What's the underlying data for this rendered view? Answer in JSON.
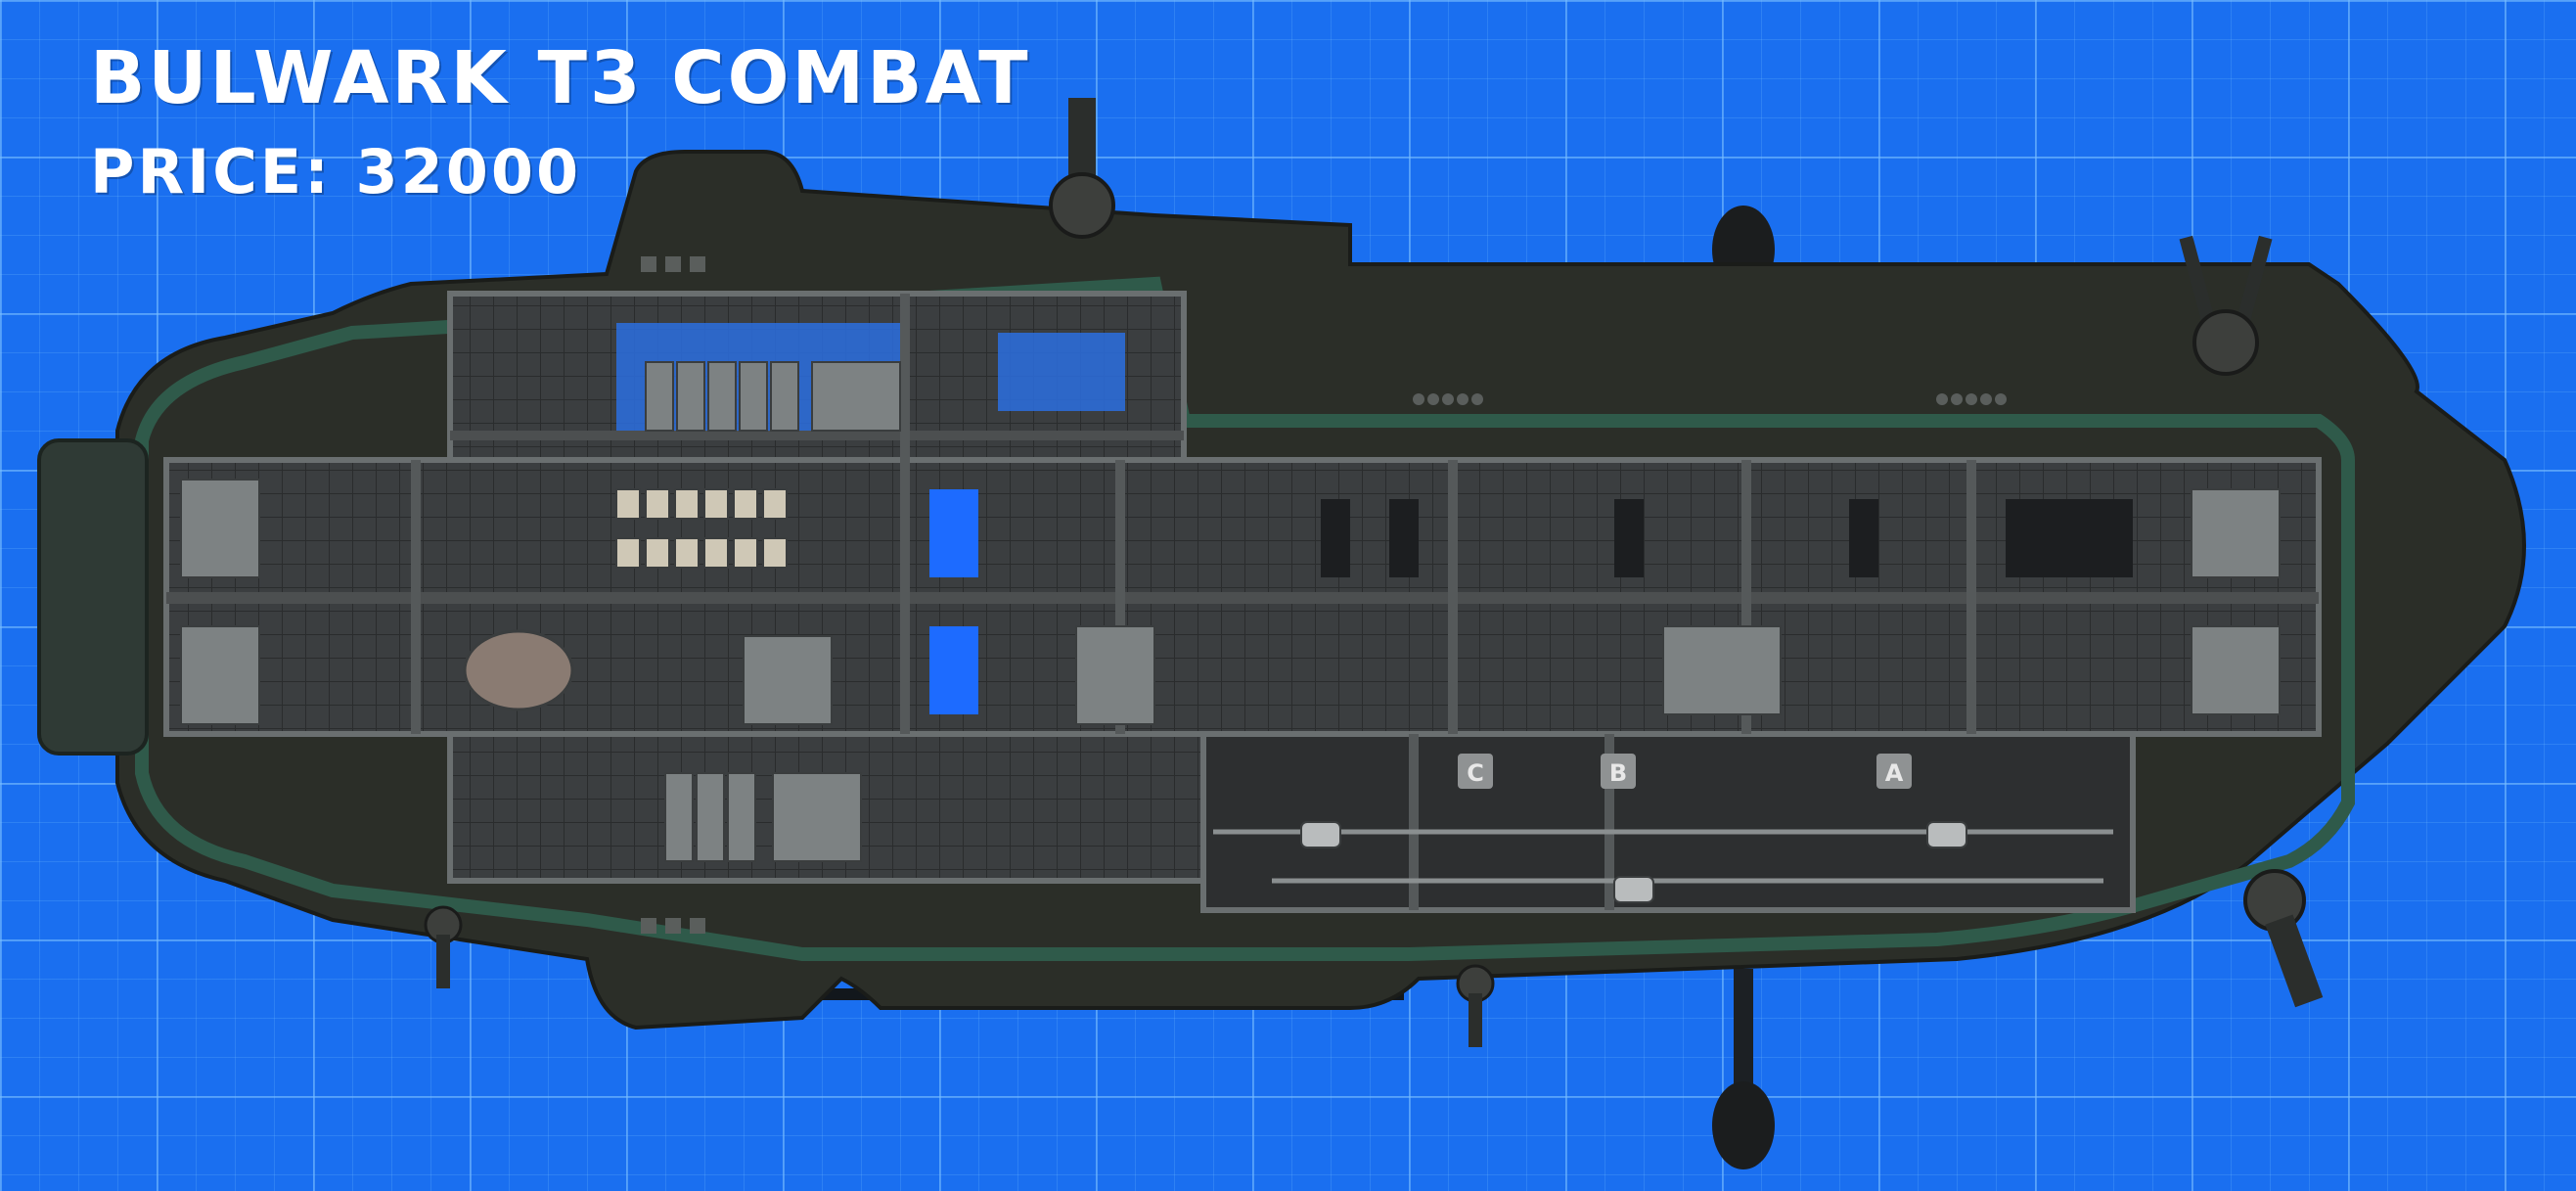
{
  "submarine": {
    "name": "BULWARK T3 COMBAT",
    "price": "PRICE: 32000"
  },
  "hangar_bays": [
    {
      "label": "C"
    },
    {
      "label": "B"
    },
    {
      "label": "A"
    }
  ],
  "colors": {
    "blueprint_background": "#1a6ff0",
    "grid_lines": "#78beff",
    "hull": "#2b2e28",
    "hull_trim": "#2f5a4a",
    "interior": "#3c3f40",
    "title_text": "#ffffff"
  },
  "icons": [
    "turret-icon",
    "hatch-icon",
    "reactor-icon",
    "docking-port-icon"
  ]
}
